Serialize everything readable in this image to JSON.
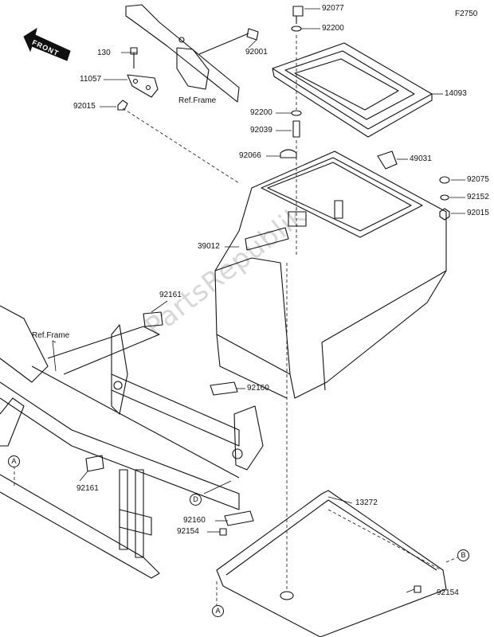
{
  "figure_code": "F2750",
  "front_label": "FRONT",
  "watermark": "PartsRepublik",
  "ref_labels": {
    "frame_top": "Ref.Frame",
    "frame_left": "Ref.Frame"
  },
  "part_numbers": {
    "p92077": "92077",
    "p92200a": "92200",
    "p92001": "92001",
    "p130": "130",
    "p11057": "11057",
    "p92015a": "92015",
    "p14093": "14093",
    "p92200b": "92200",
    "p92039": "92039",
    "p92066": "92066",
    "p49031": "49031",
    "p92075": "92075",
    "p92152": "92152",
    "p92015b": "92015",
    "p39012": "39012",
    "p92161a": "92161",
    "p92160a": "92160",
    "p92161b": "92161",
    "p13272": "13272",
    "p92160b": "92160",
    "p92154a": "92154",
    "p92154b": "92154"
  },
  "callouts": {
    "A1": "A",
    "A2": "A",
    "B1": "B",
    "D1": "D"
  }
}
